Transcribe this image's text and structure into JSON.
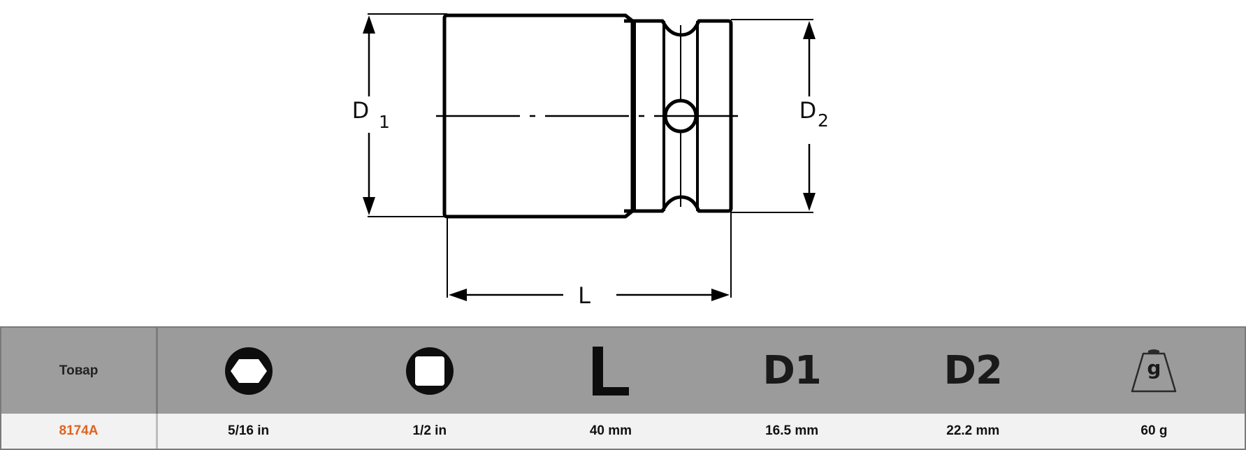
{
  "drawing": {
    "label_d1": "D",
    "label_d1_sub": "1",
    "label_d2": "D",
    "label_d2_sub": "2",
    "label_l": "L"
  },
  "table": {
    "header": {
      "product_label": "Товар",
      "columns": [
        {
          "icon": "hexagon-drive-icon"
        },
        {
          "icon": "square-drive-icon"
        },
        {
          "icon": "length-icon",
          "text": "L"
        },
        {
          "icon": "d1-icon",
          "text": "D1"
        },
        {
          "icon": "d2-icon",
          "text": "D2"
        },
        {
          "icon": "weight-icon",
          "text": "g"
        }
      ]
    },
    "row": {
      "code": "8174A",
      "hex": "5/16 in",
      "square": "1/2 in",
      "length": "40 mm",
      "d1": "16.5 mm",
      "d2": "22.2 mm",
      "weight": "60 g"
    }
  },
  "colors": {
    "header_bg": "#9b9b9b",
    "row_bg": "#f2f2f2",
    "code_color": "#e0621e"
  }
}
